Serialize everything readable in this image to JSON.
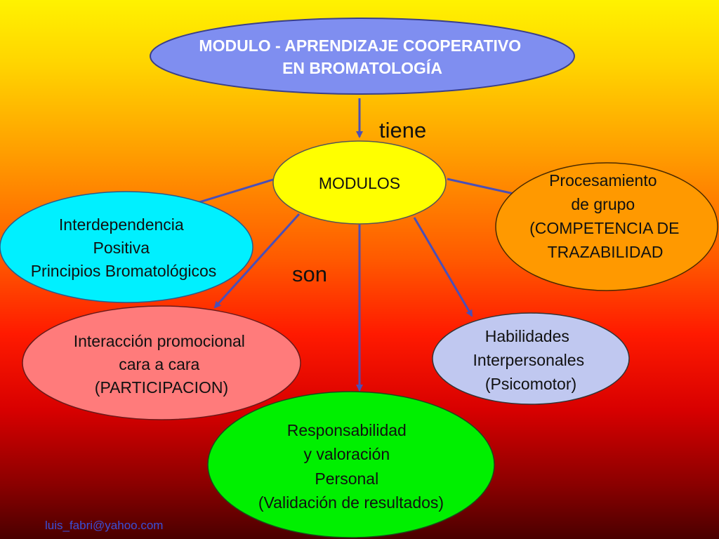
{
  "title": {
    "lines": [
      "MODULO - APRENDIZAJE COOPERATIVO",
      "EN BROMATOLOGÍA"
    ],
    "color": "#7f8ef0"
  },
  "center": {
    "lines": [
      "MODULOS"
    ],
    "color": "#ffff00"
  },
  "labels": {
    "tiene": "tiene",
    "son": "son"
  },
  "nodes": {
    "interdependencia": {
      "lines": [
        "Interdependencia",
        "Positiva",
        "Principios Bromatológicos"
      ],
      "color": "#00f0ff"
    },
    "procesamiento": {
      "lines": [
        "Procesamiento",
        "de grupo",
        "(COMPETENCIA DE",
        "TRAZABILIDAD"
      ],
      "color": "#ff9900"
    },
    "interaccion": {
      "lines": [
        "Interacción promocional",
        "cara a cara",
        "(PARTICIPACION)"
      ],
      "color": "#ff7b7b"
    },
    "habilidades": {
      "lines": [
        "Habilidades",
        "Interpersonales",
        "(Psicomotor)"
      ],
      "color": "#c0c8f0"
    },
    "responsabilidad": {
      "lines": [
        "Responsabilidad",
        "y valoración",
        "Personal",
        "(Validación de resultados)"
      ],
      "color": "#00f000"
    }
  },
  "arrow_color": "#4a4fb8",
  "footer": "luis_fabri@yahoo.com"
}
